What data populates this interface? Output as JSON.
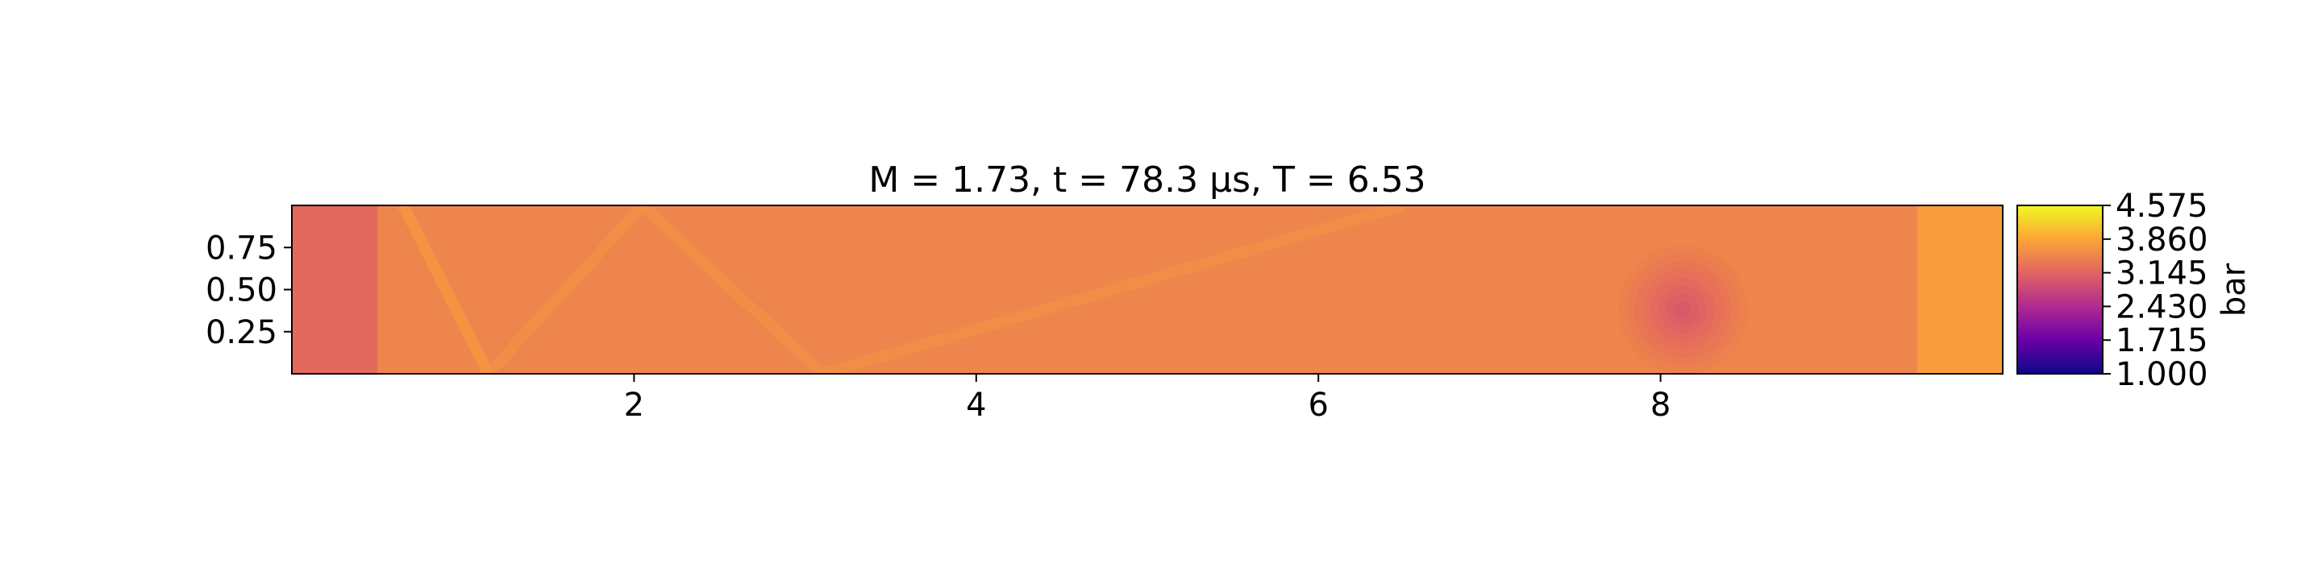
{
  "chart_data": {
    "type": "heatmap",
    "title": "M = 1.73, t = 78.3 μs, T = 6.53",
    "xlabel": "",
    "ylabel": "",
    "xlim": [
      0,
      10
    ],
    "ylim": [
      0,
      1
    ],
    "x_ticks": [
      2,
      4,
      6,
      8
    ],
    "x_tick_labels": [
      "2",
      "4",
      "6",
      "8"
    ],
    "y_ticks": [
      0.75,
      0.5,
      0.25
    ],
    "y_tick_labels": [
      "0.75",
      "0.50",
      "0.25"
    ],
    "grid": false,
    "colormap": "plasma",
    "colorbar": {
      "label": "bar",
      "range": [
        1.0,
        4.575
      ],
      "ticks": [
        4.575,
        3.86,
        3.145,
        2.43,
        1.715,
        1.0
      ],
      "tick_labels": [
        "4.575",
        "3.860",
        "3.145",
        "2.430",
        "1.715",
        "1.000"
      ]
    },
    "field": {
      "background_value": 3.5,
      "features": [
        {
          "kind": "band",
          "x_start": 0.0,
          "x_end": 0.5,
          "value": 3.2
        },
        {
          "kind": "band",
          "x_start": 9.5,
          "x_end": 10.0,
          "value": 3.75
        },
        {
          "kind": "low_pressure_spot",
          "x": 8.13,
          "y": 0.38,
          "min_value": 2.9
        },
        {
          "kind": "shock_line",
          "from": [
            0.65,
            1.0
          ],
          "to": [
            1.15,
            0.0
          ],
          "value": 3.8
        },
        {
          "kind": "shock_line",
          "from": [
            1.15,
            0.0
          ],
          "to": [
            2.05,
            1.0
          ],
          "value": 3.65
        },
        {
          "kind": "shock_line",
          "from": [
            2.05,
            1.0
          ],
          "to": [
            3.1,
            0.0
          ],
          "value": 3.65
        },
        {
          "kind": "shock_line",
          "from": [
            3.1,
            0.0
          ],
          "to": [
            6.5,
            1.0
          ],
          "value": 3.65
        }
      ]
    }
  },
  "colors": {
    "frame": "#000000",
    "plasma_stops": [
      "#0d0887",
      "#6a00a8",
      "#b12a90",
      "#e16462",
      "#fca636",
      "#f0f921"
    ]
  }
}
